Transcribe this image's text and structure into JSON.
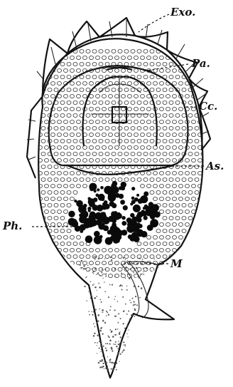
{
  "labels": {
    "exo": "Exo.",
    "pa": "Pa.",
    "cc": "Cc.",
    "as": "As.",
    "ph": "Ph.",
    "m": "M"
  },
  "colors": {
    "ink": "#111111",
    "paper": "#ffffff"
  }
}
